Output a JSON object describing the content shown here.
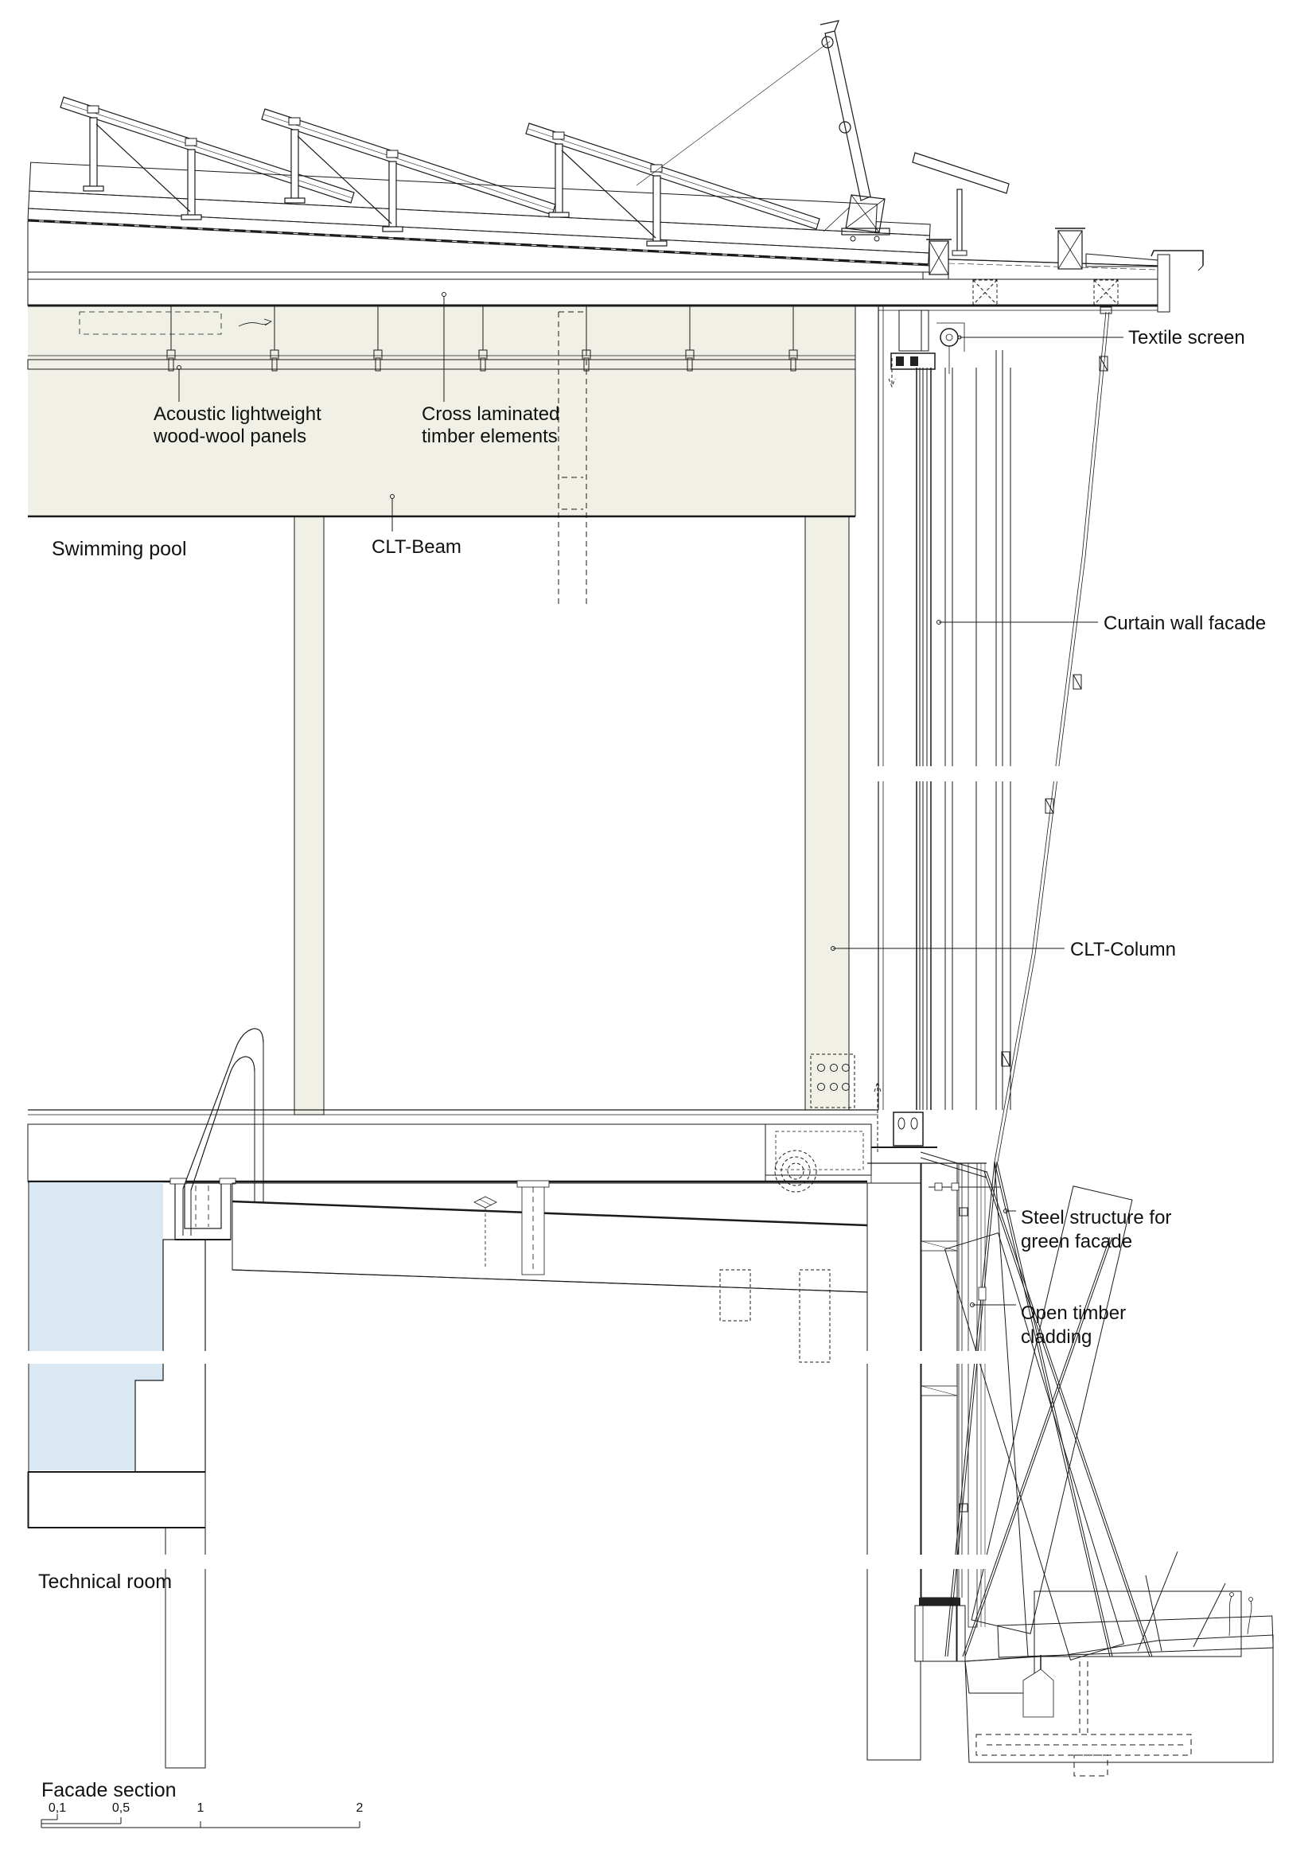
{
  "drawing": {
    "caption": "Facade section",
    "rooms": {
      "swimming_pool": "Swimming pool",
      "technical_room": "Technical room"
    },
    "annotations": {
      "textile_screen": "Textile screen",
      "acoustic_line1": "Acoustic lightweight",
      "acoustic_line2": "wood-wool panels",
      "clt_line1": "Cross laminated",
      "clt_line2": "timber elements",
      "clt_beam": "CLT-Beam",
      "curtain_wall": "Curtain wall facade",
      "clt_column": "CLT-Column",
      "steel_line1": "Steel structure for",
      "steel_line2": "green facade",
      "timber_line1": "Open timber",
      "timber_line2": "cladding"
    },
    "scale_bar": {
      "ticks": [
        "0,1",
        "0,5",
        "1",
        "2"
      ]
    },
    "colors": {
      "paper": "#ffffff",
      "clt_wood": "#f1f0e7",
      "pool_water": "#d9e8f3",
      "ladder_gray": "#c9c9c9",
      "line": "#1a1a1a"
    }
  }
}
